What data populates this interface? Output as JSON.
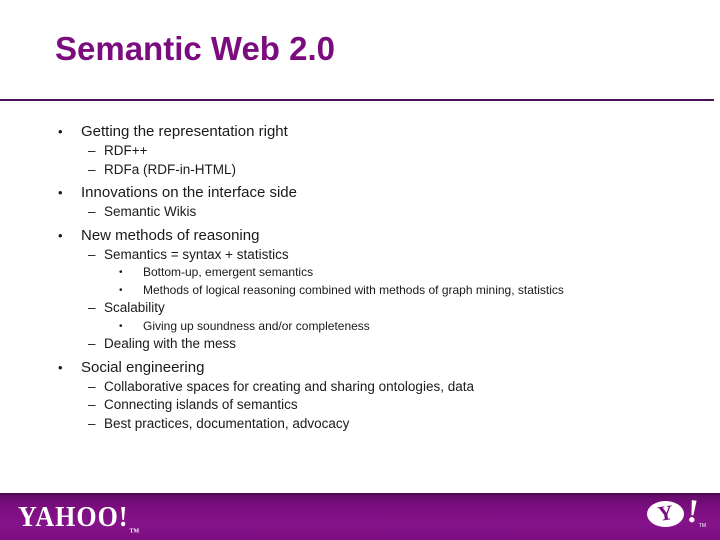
{
  "slide": {
    "title": "Semantic Web 2.0",
    "content": {
      "markers": {
        "bullet": "•",
        "dash": "–",
        "sub_bullet": "•"
      },
      "items": [
        {
          "level": 1,
          "text": "Getting the representation right"
        },
        {
          "level": 2,
          "text": "RDF++"
        },
        {
          "level": 2,
          "text": "RDFa (RDF-in-HTML)"
        },
        {
          "level": 1,
          "text": "Innovations on the interface side"
        },
        {
          "level": 2,
          "text": "Semantic Wikis"
        },
        {
          "level": 1,
          "text": "New methods of reasoning"
        },
        {
          "level": 2,
          "text": "Semantics = syntax + statistics"
        },
        {
          "level": 3,
          "text": "Bottom-up, emergent semantics"
        },
        {
          "level": 3,
          "text": "Methods of logical reasoning combined with methods of graph mining, statistics"
        },
        {
          "level": 2,
          "text": "Scalability"
        },
        {
          "level": 3,
          "text": "Giving up soundness and/or completeness"
        },
        {
          "level": 2,
          "text": "Dealing with the mess"
        },
        {
          "level": 1,
          "text": "Social engineering"
        },
        {
          "level": 2,
          "text": "Collaborative spaces for creating and sharing ontologies, data"
        },
        {
          "level": 2,
          "text": "Connecting islands of semantics"
        },
        {
          "level": 2,
          "text": "Best practices, documentation, advocacy"
        }
      ]
    },
    "footer": {
      "wordmark": "YAHOO!",
      "wordmark_tm": "TM",
      "icon_letter": "Y",
      "icon_exclaim": "!",
      "icon_tm": "TM"
    },
    "colors": {
      "title": "#7a0c7e",
      "rule": "#46125a",
      "body_text": "#1a1a1a",
      "footer_bar": "#7c0e80",
      "logo_white": "#ffffff",
      "background": "#ffffff"
    }
  }
}
